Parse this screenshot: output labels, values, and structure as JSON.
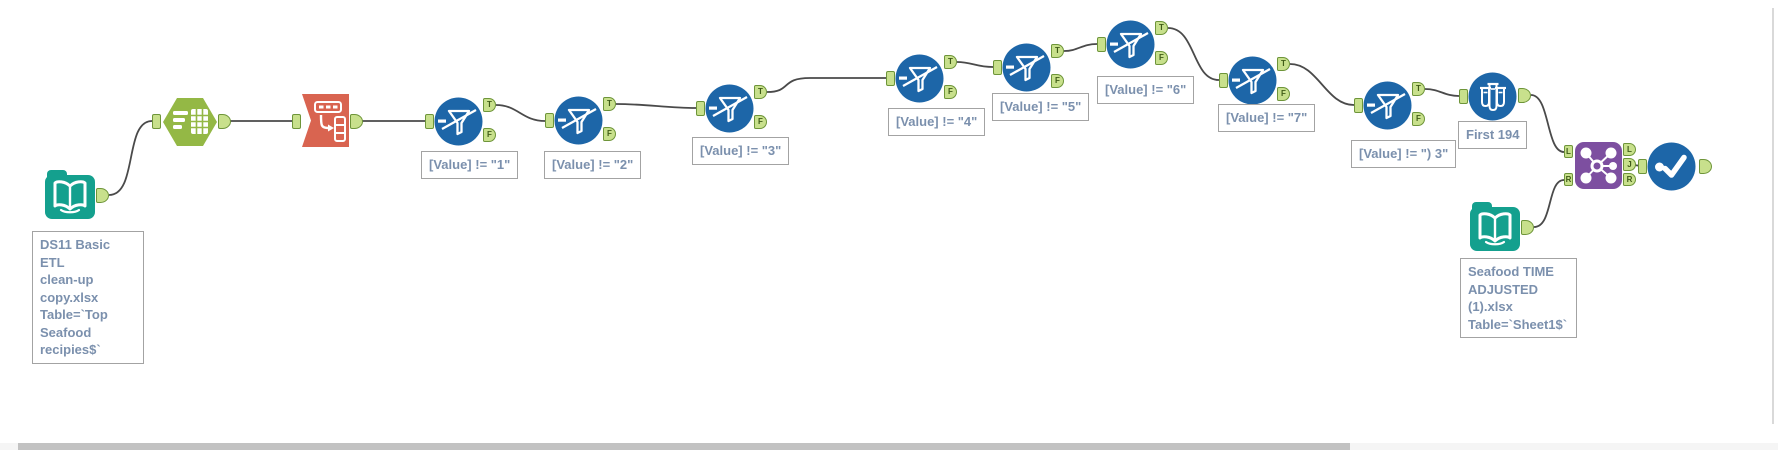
{
  "app": {
    "view": "workflow-canvas"
  },
  "colors": {
    "input_data_teal": "#14a08e",
    "summarize_green": "#94b845",
    "transpose_orange": "#d96450",
    "tool_blue": "#1d66a8",
    "join_purple": "#7d4fa0",
    "anchor_fill": "#c8e08c",
    "anchor_border": "#6e9539",
    "connection_gray": "#4a4a4a",
    "annotation_text": "#7b90ad"
  },
  "anchor_letters": {
    "true": "T",
    "false": "F",
    "left": "L",
    "join": "J",
    "right": "R"
  },
  "annotations": {
    "input1": "DS11 Basic ETL\nclean-up\ncopy.xlsx\nTable=`Top\nSeafood\nrecipies$`",
    "filter1": "[Value] != \"1\"",
    "filter2": "[Value] != \"2\"",
    "filter3": "[Value] != \"3\"",
    "filter4": "[Value] != \"4\"",
    "filter5": "[Value] != \"5\"",
    "filter6": "[Value] != \"6\"",
    "filter7": "[Value] != \"7\"",
    "filter8": "[Value] != \") 3\"",
    "sample": "First 194",
    "input2": "Seafood TIME\nADJUSTED\n(1).xlsx\nTable=`Sheet1$`"
  }
}
